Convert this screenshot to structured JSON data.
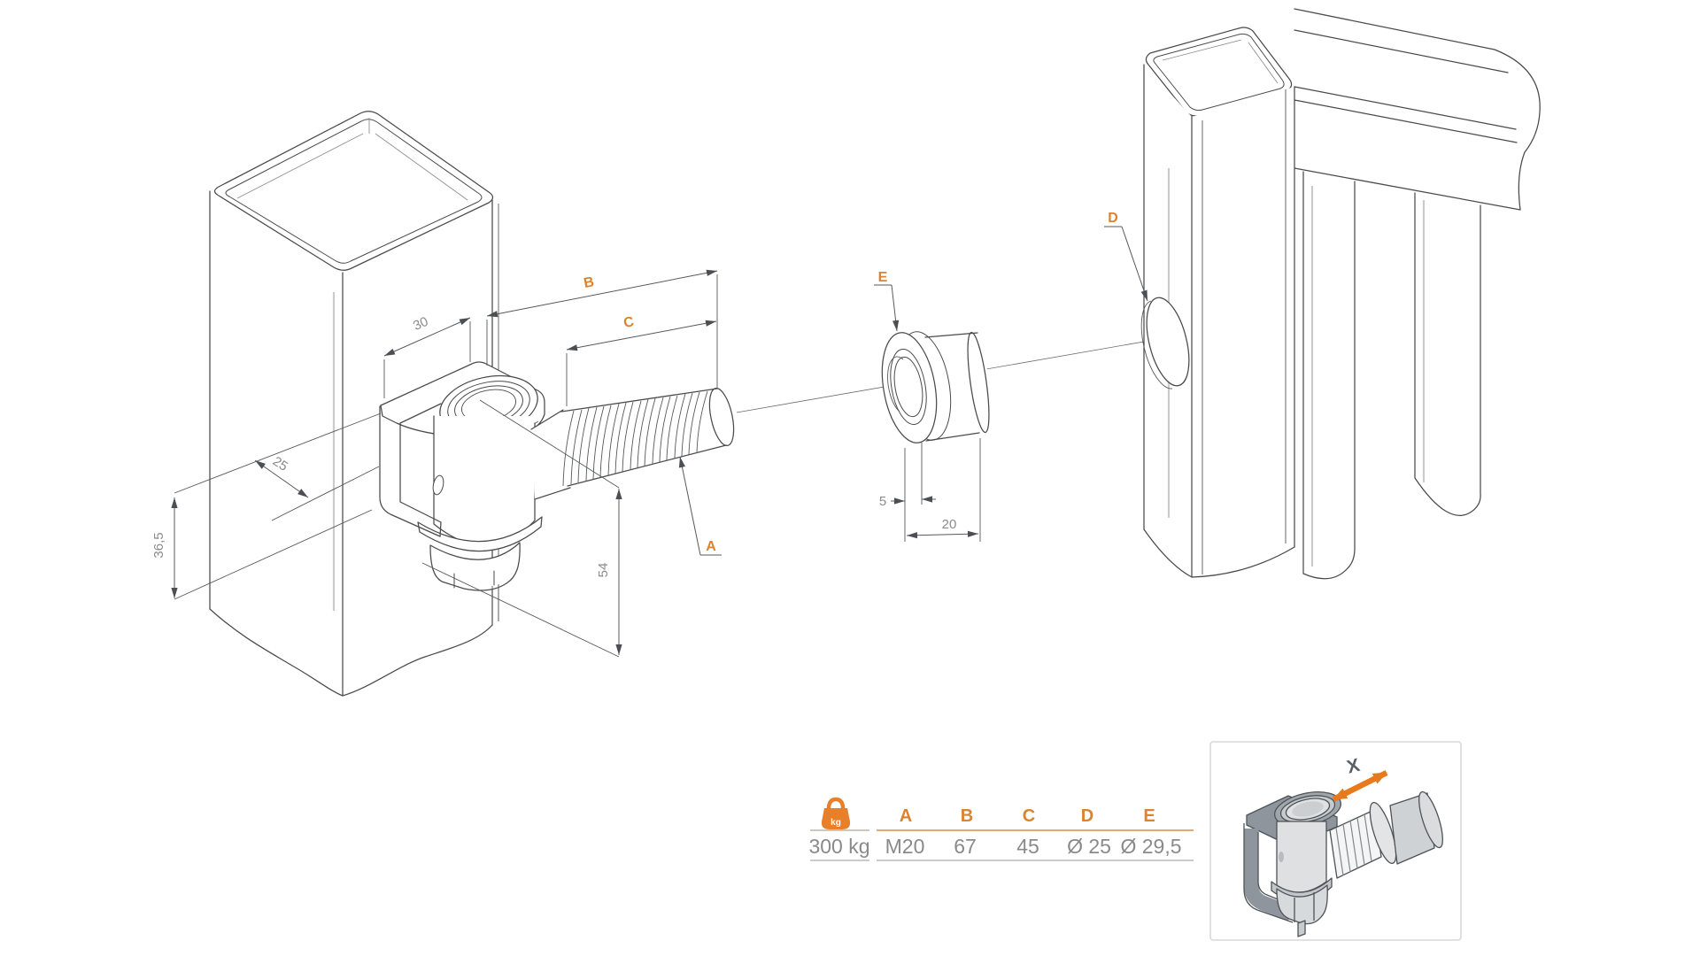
{
  "diagram": {
    "dims": {
      "d30": "30",
      "d25": "25",
      "d365": "36,5",
      "d54": "54",
      "d5": "5",
      "d20": "20"
    },
    "labels": {
      "a": "A",
      "b": "B",
      "c": "C",
      "d": "D",
      "e": "E"
    }
  },
  "table": {
    "weight": {
      "icon": "kg-weight-icon",
      "icon_text": "kg",
      "value": "300 kg"
    },
    "cols": [
      {
        "header": "A",
        "value": "M20"
      },
      {
        "header": "B",
        "value": "67"
      },
      {
        "header": "C",
        "value": "45"
      },
      {
        "header": "D",
        "value": "Ø 25"
      },
      {
        "header": "E",
        "value": "Ø 29,5"
      }
    ]
  },
  "inset": {
    "adjustment_label": "X"
  },
  "colors": {
    "accent": "#DB8430",
    "arrow_orange": "#E87A1E",
    "kettlebell_orange": "#E8802B",
    "line": "#4A4A4A",
    "dim_text": "#8B8B8B",
    "table_value_text": "#8A8A8A"
  }
}
